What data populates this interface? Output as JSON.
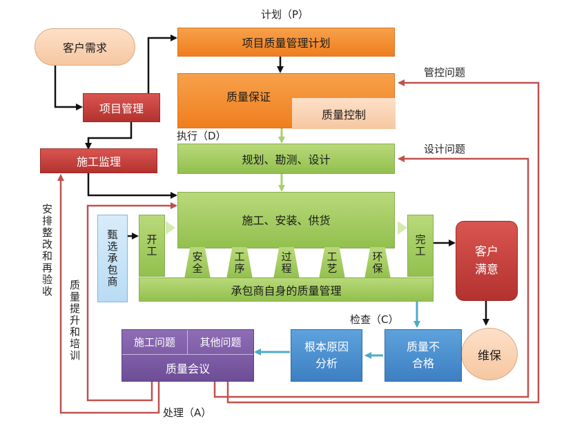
{
  "labels": {
    "plan": "计划（P）",
    "do": "执行（D）",
    "check": "检查（C）",
    "act": "处理（A）",
    "control_issue": "管控问题",
    "design_issue": "设计问题",
    "rectify": "安排整改和再验收",
    "improve": "质量提升和培训"
  },
  "boxes": {
    "customer_demand": "客户需求",
    "project_mgmt": "项目管理",
    "supervision": "施工监理",
    "quality_plan": "项目质量管理计划",
    "quality_assurance": "质量保证",
    "quality_control": "质量控制",
    "planning": "规划、勘测、设计",
    "construction": "施工、安装、供货",
    "select_contractor": "甄选承包商",
    "start": "开工",
    "complete": "完工",
    "contractor_qm": "承包商自身的质量管理",
    "customer_satisfaction": "客户满意",
    "maintenance": "维保",
    "nonconforming": "质量不合格",
    "root_cause": "根本原因分析",
    "construction_issue": "施工问题",
    "other_issue": "其他问题",
    "quality_meeting": "质量会议"
  },
  "pillars": [
    "安全",
    "工序",
    "过程",
    "工艺",
    "环保"
  ],
  "colors": {
    "orange": "#ef7e1f",
    "green": "#92c04e",
    "red": "#b3322f",
    "blue": "#3d7fc2",
    "purple": "#6d4e96",
    "feedback_line": "#c0504d"
  }
}
